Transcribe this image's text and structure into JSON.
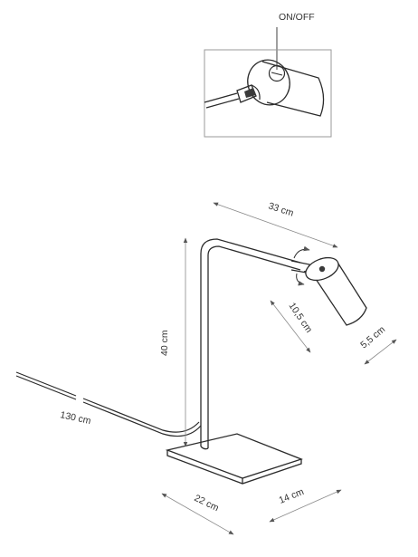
{
  "callout": {
    "label": "ON/OFF"
  },
  "dimensions": {
    "arm_length": "33 cm",
    "head_length": "10,5 cm",
    "head_diameter": "5,5 cm",
    "height": "40 cm",
    "cable_length": "130 cm",
    "base_length": "22 cm",
    "base_width": "14 cm"
  },
  "colors": {
    "outline": "#2b2b2b",
    "dimension_line": "#8a8a8a",
    "text": "#333333"
  }
}
